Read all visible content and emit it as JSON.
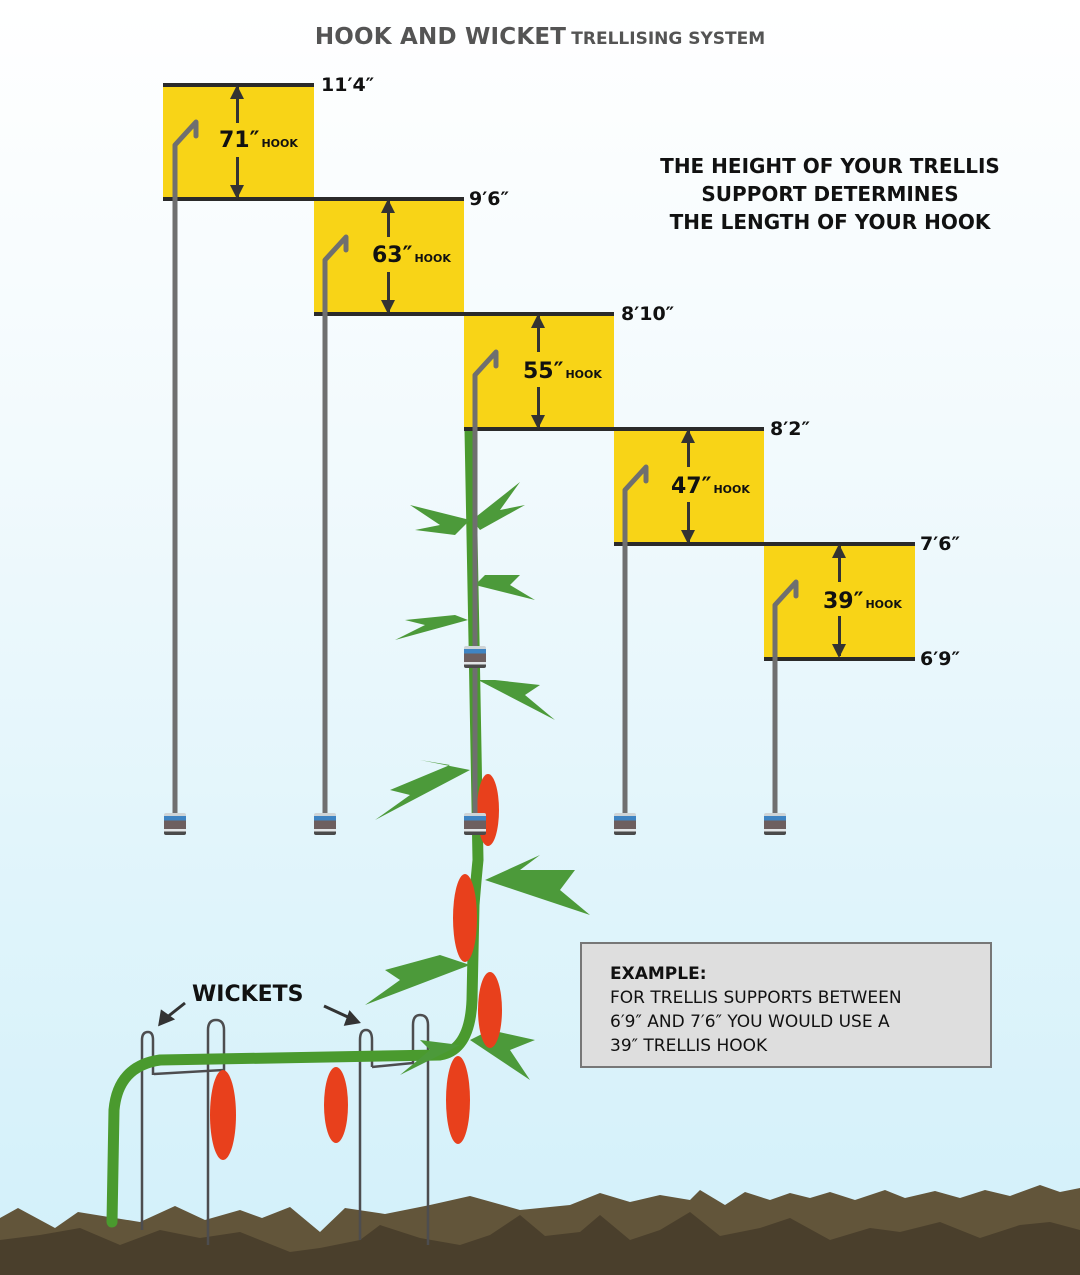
{
  "title": {
    "main": "HOOK AND WICKET",
    "sub": "TRELLISING SYSTEM"
  },
  "tagline": {
    "lines": [
      "THE HEIGHT OF YOUR TRELLIS",
      "SUPPORT DETERMINES",
      "THE LENGTH OF YOUR HOOK"
    ]
  },
  "hook_unit": "HOOK",
  "hooks": [
    {
      "length": "71″",
      "top_height": "11′4″",
      "bottom_height": "9′6″"
    },
    {
      "length": "63″",
      "top_height": "9′6″",
      "bottom_height": "8′10″"
    },
    {
      "length": "55″",
      "top_height": "8′10″",
      "bottom_height": "8′2″"
    },
    {
      "length": "47″",
      "top_height": "8′2″",
      "bottom_height": "7′6″"
    },
    {
      "length": "39″",
      "top_height": "7′6″",
      "bottom_height": "6′9″"
    }
  ],
  "height_labels": [
    "11′4″",
    "9′6″",
    "8′10″",
    "8′2″",
    "7′6″",
    "6′9″"
  ],
  "wickets_label": "WICKETS",
  "example": {
    "heading": "EXAMPLE:",
    "lines": [
      "FOR TRELLIS SUPPORTS BETWEEN",
      "6′9″ AND 7′6″ YOU WOULD USE A",
      "39″ TRELLIS HOOK"
    ]
  },
  "colors": {
    "hook_box": "#f8d417",
    "height_line": "#2a2a2a",
    "soil_light": "#62553a",
    "soil_dark": "#4a3f2c",
    "vine": "#4a9a2e",
    "tomato": "#e8401c",
    "example_box": "#dedede"
  }
}
